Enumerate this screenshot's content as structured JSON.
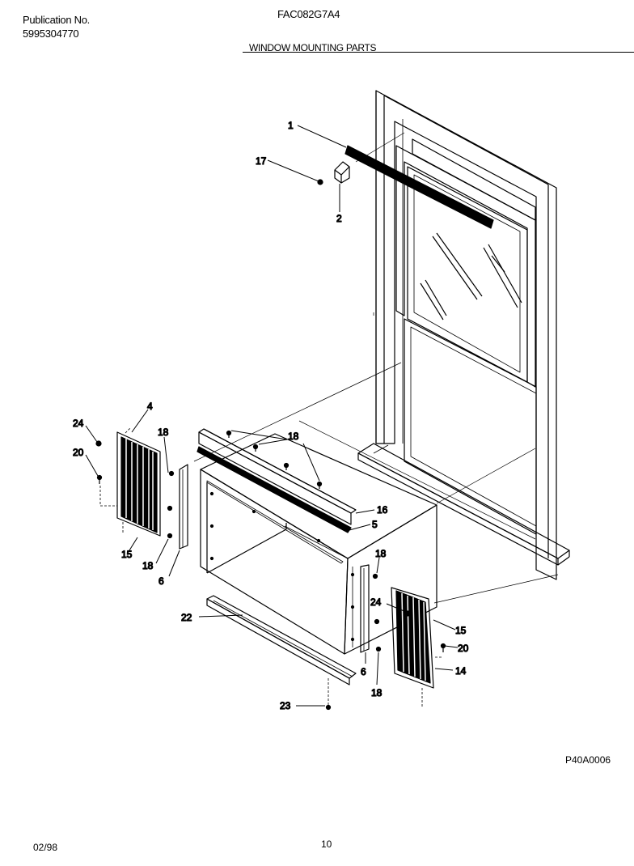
{
  "header": {
    "publication_label": "Publication No.",
    "publication_number": "5995304770",
    "model": "FAC082G7A4",
    "section_title": "WINDOW MOUNTING PARTS"
  },
  "figure_id": "P40A0006",
  "footer": {
    "date": "02/98",
    "page": "10"
  },
  "callouts": {
    "c1": "1",
    "c17": "17",
    "c2": "2",
    "c4": "4",
    "c24a": "24",
    "c20a": "20",
    "c18a": "18",
    "c18b": "18",
    "c15a": "15",
    "c18c": "18",
    "c6a": "6",
    "c16": "16",
    "c5": "5",
    "c18d": "18",
    "c24b": "24",
    "c15b": "15",
    "c20b": "20",
    "c14": "14",
    "c6b": "6",
    "c18e": "18",
    "c22": "22",
    "c23": "23"
  }
}
